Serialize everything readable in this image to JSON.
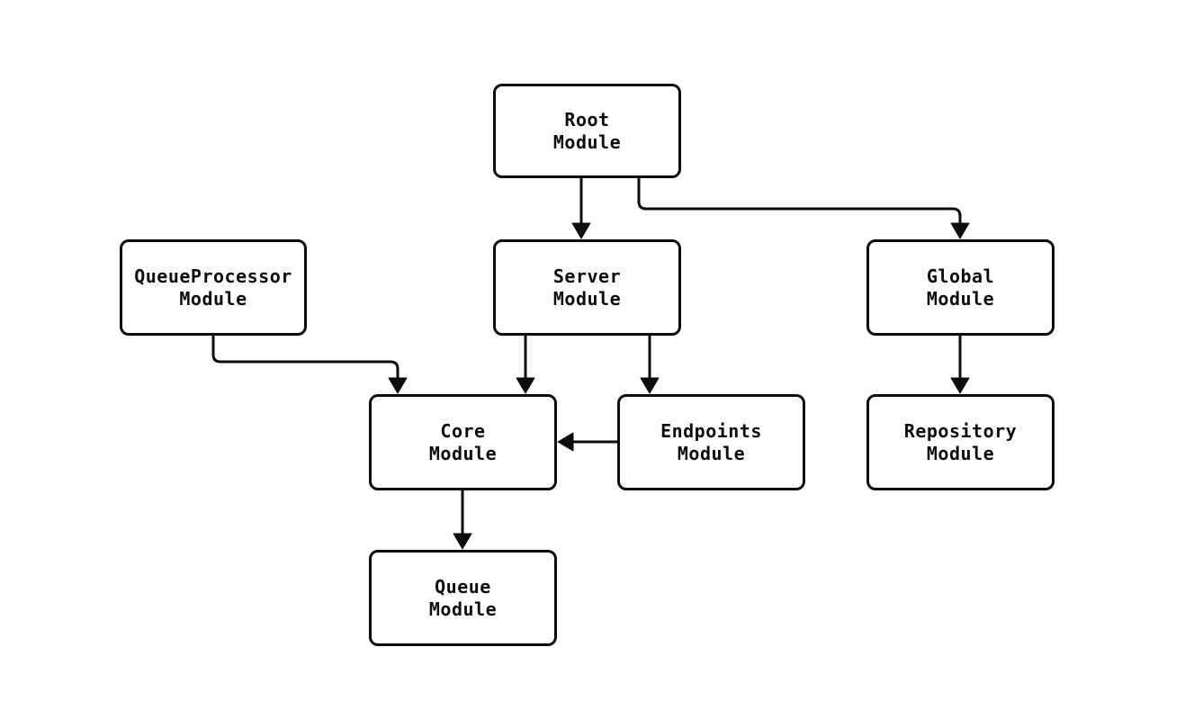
{
  "diagram": {
    "type": "module-dependency-graph",
    "colors": {
      "background": "#ffffff",
      "node_fill": "#ffffff",
      "node_border": "#0d0d0d",
      "edge": "#0d0d0d",
      "text": "#0d0d0d"
    },
    "nodes": {
      "root": {
        "line1": "Root",
        "line2": "Module"
      },
      "queueProcessor": {
        "line1": "QueueProcessor",
        "line2": "Module"
      },
      "server": {
        "line1": "Server",
        "line2": "Module"
      },
      "global": {
        "line1": "Global",
        "line2": "Module"
      },
      "core": {
        "line1": "Core",
        "line2": "Module"
      },
      "endpoints": {
        "line1": "Endpoints",
        "line2": "Module"
      },
      "repository": {
        "line1": "Repository",
        "line2": "Module"
      },
      "queue": {
        "line1": "Queue",
        "line2": "Module"
      }
    },
    "edges": [
      {
        "from": "Root Module",
        "to": "Server Module"
      },
      {
        "from": "Root Module",
        "to": "Global Module"
      },
      {
        "from": "QueueProcessor Module",
        "to": "Core Module"
      },
      {
        "from": "Server Module",
        "to": "Core Module"
      },
      {
        "from": "Server Module",
        "to": "Endpoints Module"
      },
      {
        "from": "Endpoints Module",
        "to": "Core Module"
      },
      {
        "from": "Core Module",
        "to": "Queue Module"
      },
      {
        "from": "Global Module",
        "to": "Repository Module"
      }
    ]
  }
}
